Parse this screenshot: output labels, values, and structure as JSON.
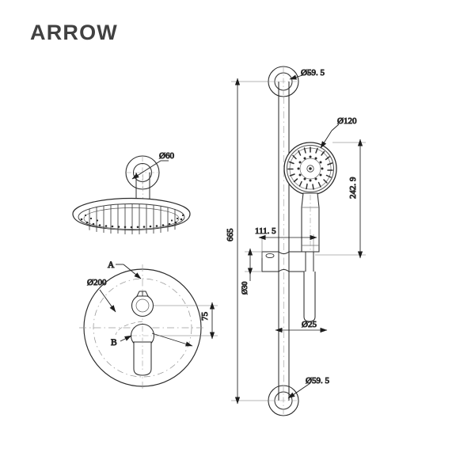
{
  "brand": {
    "title": "ARROW"
  },
  "drawing": {
    "type": "technical-line-drawing",
    "subject": "shower-system-assembly",
    "line_color": "#2b2b2b",
    "thin_line_color": "#555555",
    "center_line_color": "#8a8a8a",
    "background": "#ffffff",
    "views": [
      {
        "name": "overhead-rain-shower",
        "label": "overhead rain shower with wall arm"
      },
      {
        "name": "concealed-mixer-valve",
        "label": "concealed mixer valve front view"
      },
      {
        "name": "slide-rail-handshower",
        "label": "slide rail with hand shower"
      }
    ]
  },
  "dimensions": {
    "overhead_flange_dia": "Ø60",
    "mixer_plate_dia": "Ø200",
    "mixer_handle_spacing": "75",
    "handshower_head_dia": "Ø120",
    "rail_bracket_dia_top": "Ø59. 5",
    "rail_bracket_dia_bottom": "Ø59. 5",
    "rail_total_height": "665",
    "handshower_height": "242. 9",
    "holder_offset": "111. 5",
    "holder_dia": "Ø30",
    "rail_tube_dia": "Ø25"
  },
  "callouts": {
    "mixer_upper_ref": "A",
    "mixer_lower_ref": "B"
  }
}
